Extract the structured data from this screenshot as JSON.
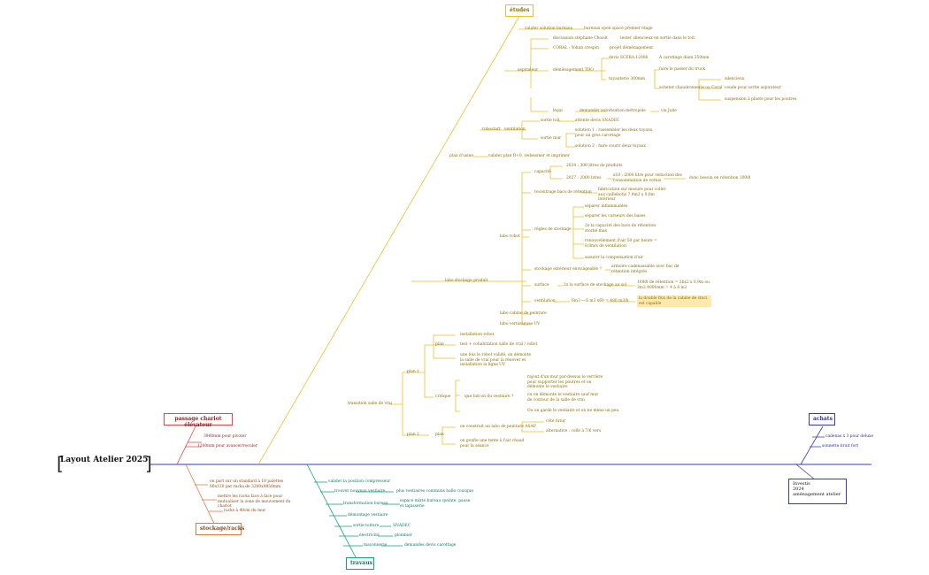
{
  "title": "Layout Atelier 2025",
  "colors": {
    "etudes": "#e8c02c",
    "passage": "#dd4b4b",
    "stockage": "#e07a3a",
    "travaux": "#14a07a",
    "achats": "#3a3aa8",
    "investis": "#3a3aa8",
    "highlight": "#fde9b0"
  },
  "etudes": {
    "label": "études",
    "valider_solution": "valider solution bureaux",
    "bureaux_open_space": "bureaux open space premier étage",
    "aspirateur": "aspirateur",
    "discussion": "discussion stéphane Choisit",
    "tester_silencieux": "tester silencieux en sortie dans le toit",
    "coral": "CORAL : Yohan crespin",
    "projet_demenagement": "projet déménagement",
    "demenagement_tdo": "déménagement TDO",
    "devis_scera": "devis SCERA 12806",
    "carottage": "A carottage diam.350mm",
    "tuyauterie": "tuyauterie 300mm",
    "faire_passer": "faire le passer du truck",
    "acheter_chaudronnerie": "acheter chaudronnerie ou Coral",
    "silencieux": "silencieux",
    "coude": "coude pour sortie aspirateur",
    "suspension": "suspension à plaste pour les poutres",
    "legal": "légal",
    "demander_autorisation": "demander autorisation métropole",
    "via_julie": "via Julie",
    "robostart": "robostart",
    "ventilation": "ventilation",
    "sortie_toit": "sortie toit",
    "attente_devis": "attente devis SNADEC",
    "sortie_mur": "sortie mur",
    "solution_1": "solution 1 : rassembler les deux tuyaux pour un gros carottage",
    "solution_2": "solution 2 : faire courir deux tuyaux",
    "plan_usine": "plan d'usine",
    "valider_plan": "valider plan R+0, redessiner et imprimer",
    "labo_stockage": "labo stockage produit",
    "labo_robot": "labo robot",
    "capacite": "capacité",
    "cap_2024": "2024 : 300 litres de produits",
    "cap_2027": "2027 : 2000 litres",
    "cap_reduction": "x10 : 2000 litre pour réduction des consommation de vernis",
    "donc_besoin": "donc besoin en rétention 1000l",
    "recentrage": "recentrage bacs de rétention",
    "fabrication": "fabrication sur mesure pour coller aux caillebotis 7.9m2 x 0.6m intérieur",
    "regles": "règles de stockage",
    "regle_1": "séparer inflammables",
    "regle_2": "séparer les curseurs des bases",
    "regle_3": "2x la capacité des bacs de rétention stocké max",
    "regle_4": "renouvellement d'air 50 par heure = 0,8m/s de ventilation",
    "regle_5": "assurer la compensation d'air",
    "stockage_ext": "stockage extérieur envisageable ?",
    "armoire": "armoire cadenassable avec bac de rétention intégrés",
    "surface": "surface",
    "surface_detail": "2x la surface de stockage au sol",
    "surface_calc": "1080l de rétention = 2bx2 x 0,9m ou 3m2 4000mm = 4 à 6 m2",
    "ventilation2": "ventilation",
    "vent_calc": "6m3 → 6 m3 x60 = 480 m3/h",
    "vent_hl": "la double flux de la cabine de stuci est capable",
    "labo_cabine": "labo cabine de peinture",
    "labo_vernisseuse": "labo vernisseuse UV",
    "transition": "transition salle de vrai",
    "plan1": "plan 1",
    "plan1_plan": "plan",
    "p1_1": "installation robot",
    "p1_2": "test + cohabitation salle de vrai / robot",
    "p1_3": "une fois le robot validé, on démonte la salle de vrai pour la rénover et installation la ligne UV",
    "critique": "critique",
    "que_faire": "que fait-on du vestiaire ?",
    "vest_1": "rajout d'un mur par-dessus le verrière pour supporter les poutres et on démonte le vestiaire",
    "vest_2": "ou on démonte le vestiaire sauf mur de contour de la salle de vrai",
    "vest_3": "Ou on garde le vestiaire et on ne mène un peu",
    "plan2": "plan 2",
    "plan2_plan": "plan",
    "p2_1": "on construit un labo de peinture ASAP",
    "p2_1a": "côté futur",
    "p2_1b": "alternative : collé à 7/6 vers",
    "p2_2": "on gonfle une tente à l'air chaud pour la séance"
  },
  "passage": {
    "label": "passage chariot élévateur",
    "item_1": "3960mm pour pivoter",
    "item_2": "1200mm pour avancer/reculer"
  },
  "stockage": {
    "label": "stockage/racks",
    "item_1": "on part sur un standard à 18 palettes 80x120 par racks de 3200x4850mm",
    "item_2": "mettre les racks face à face pour mutualiser la zone de mouvement du chariot",
    "item_3": "racks à 40cm du mur"
  },
  "travaux": {
    "label": "travaux",
    "item_1": "valider la position compresseur",
    "item_2": "trouver nouveau vestiaire",
    "item_2a": "plus vestiaires communs halle cousque",
    "item_3": "transformation bureau",
    "item_3a": "espace mixte bureau (peinte, pause et tapisserie",
    "item_4": "démontage vestiaire",
    "item_5": "sortie toiture",
    "item_5a": "SNADEC",
    "item_6": "électricité",
    "item_6a": "plombier",
    "item_7": "maçonnerie",
    "item_7a": "demandes devis carottage"
  },
  "achats": {
    "label": "achats",
    "item_1": "cadenas x 3 pour deluxe",
    "item_2": "sonnette bruit fort"
  },
  "investis": {
    "line_1": "Investis",
    "line_2": "2024",
    "line_3": "aménagement atelier"
  }
}
